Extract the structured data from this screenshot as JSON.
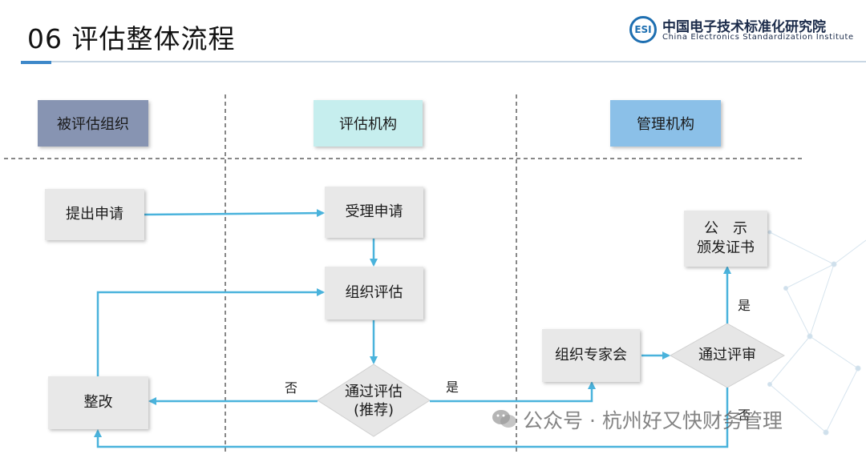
{
  "header": {
    "title": "06 评估整体流程",
    "logo_badge": "ESI",
    "logo_cn": "中国电子技术标准化研究院",
    "logo_en": "China Electronics Standardization Institute"
  },
  "lanes": [
    {
      "label": "被评估组织",
      "color": "#8794b2"
    },
    {
      "label": "评估机构",
      "color": "#c6eeee"
    },
    {
      "label": "管理机构",
      "color": "#8bc0e8"
    }
  ],
  "nodes": {
    "submit": "提出申请",
    "accept": "受理申请",
    "organize": "组织评估",
    "pass_line1": "通过评估",
    "pass_line2": "(推荐)",
    "rectify": "整改",
    "experts": "组织专家会",
    "review": "通过评审",
    "publish_line1": "公　示",
    "publish_line2": "颁发证书"
  },
  "edge_labels": {
    "no_left": "否",
    "yes_right": "是",
    "yes_up": "是",
    "no_down": "否"
  },
  "colors": {
    "arrow": "#4ab3dc",
    "node_fill": "#e8e8e8",
    "divider": "#888888"
  },
  "watermark": "公众号 · 杭州好又快财务管理"
}
